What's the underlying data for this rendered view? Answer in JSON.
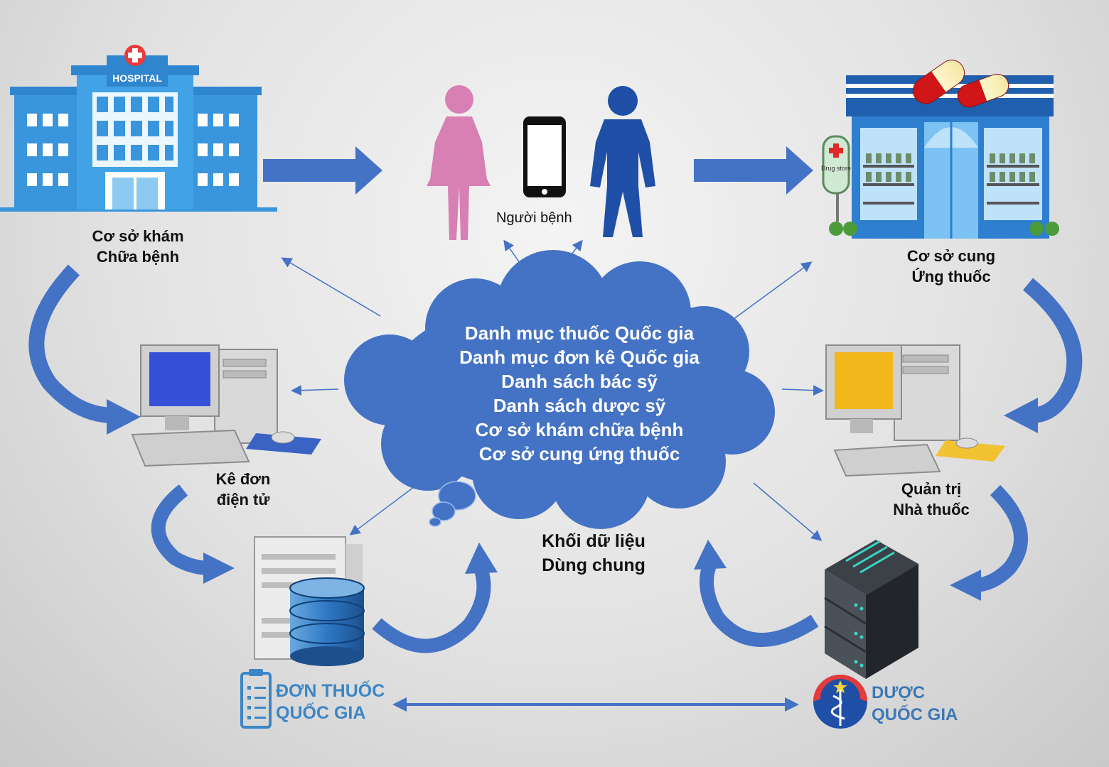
{
  "nodes": {
    "hospital": {
      "sign": "HOSPITAL",
      "label_line1": "Cơ sở khám",
      "label_line2": "Chữa bệnh"
    },
    "patient": {
      "label": "Người bệnh"
    },
    "pharmacy": {
      "sign": "Drug store",
      "label_line1": "Cơ sở cung",
      "label_line2": "Ứng thuốc"
    },
    "eprescription": {
      "label_line1": "Kê đơn",
      "label_line2": "điện tử"
    },
    "pharmacy_admin": {
      "label_line1": "Quản trị",
      "label_line2": "Nhà thuốc"
    },
    "shared_data": {
      "label_line1": "Khối dữ liệu",
      "label_line2": "Dùng chung"
    }
  },
  "cloud": {
    "items": [
      "Danh mục thuốc Quốc gia",
      "Danh mục đơn kê Quốc gia",
      "Danh sách bác sỹ",
      "Danh sách dược sỹ",
      "Cơ sở khám chữa bệnh",
      "Cơ sở cung ứng thuốc"
    ]
  },
  "logos": {
    "don_thuoc": {
      "line1": "ĐƠN THUỐC",
      "line2": "QUỐC GIA"
    },
    "duoc": {
      "line1": "DƯỢC",
      "line2": "QUỐC GIA"
    }
  },
  "colors": {
    "arrow": "#4472c4",
    "cloud": "#4472c4",
    "building": "#3a96dc",
    "woman": "#d87fb4",
    "man": "#1f4fa6",
    "logo_blue": "#3b86c6"
  }
}
